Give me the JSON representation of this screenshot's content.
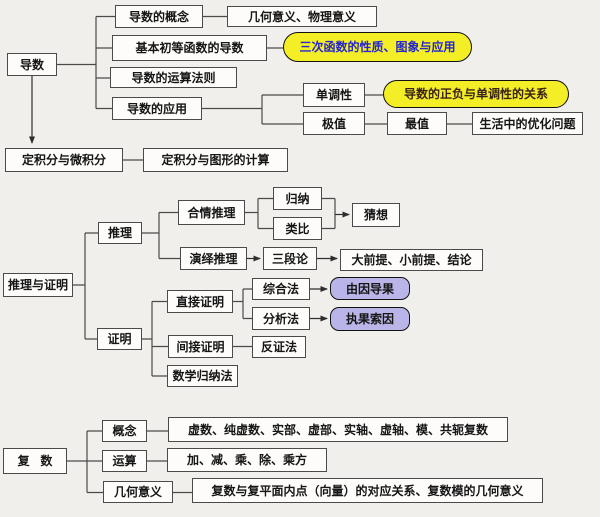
{
  "diagram": {
    "derivatives": {
      "root": "导数",
      "concept": "导数的概念",
      "concept_meanings": "几何意义、物理意义",
      "basic_functions": "基本初等函数的导数",
      "cubic_highlight": "三次函数的性质、图象与应用",
      "operation_rules": "导数的运算法则",
      "application": "导数的应用",
      "monotonicity": "单调性",
      "monotonicity_highlight": "导数的正负与单调性的关系",
      "extremum": "极值",
      "max_min": "最值",
      "optimization": "生活中的优化问题",
      "integral": "定积分与微积分",
      "integral_graph": "定积分与图形的计算"
    },
    "reasoning_proof": {
      "root": "推理与证明",
      "reasoning": "推理",
      "plausible": "合情推理",
      "induction": "归纳",
      "analogy": "类比",
      "conjecture": "猜想",
      "deductive": "演绎推理",
      "syllogism": "三段论",
      "premises": "大前提、小前提、结论",
      "proof": "证明",
      "direct_proof": "直接证明",
      "synthetic_method": "综合法",
      "cause_to_effect": "由因导果",
      "analytic_method": "分析法",
      "effect_to_cause": "执果索因",
      "indirect_proof": "间接证明",
      "contradiction": "反证法",
      "math_induction": "数学归纳法"
    },
    "complex_numbers": {
      "root": "复数",
      "concept": "概念",
      "concept_items": "虚数、纯虚数、实部、虚部、实轴、虚轴、模、共轭复数",
      "operations": "运算",
      "operation_items": "加、减、乘、除、乘方",
      "geometric": "几何意义",
      "geometric_items": "复数与复平面内点（向量）的对应关系、复数模的几何意义"
    }
  },
  "colors": {
    "highlight_yellow": "#f3ee26",
    "highlight_purple": "#b9b5e8",
    "cubic_text_blue": "#2525d2",
    "monotonicity_text_dark": "#3a2317",
    "box_border": "#4a4a4a",
    "background": "#f1efeb"
  }
}
